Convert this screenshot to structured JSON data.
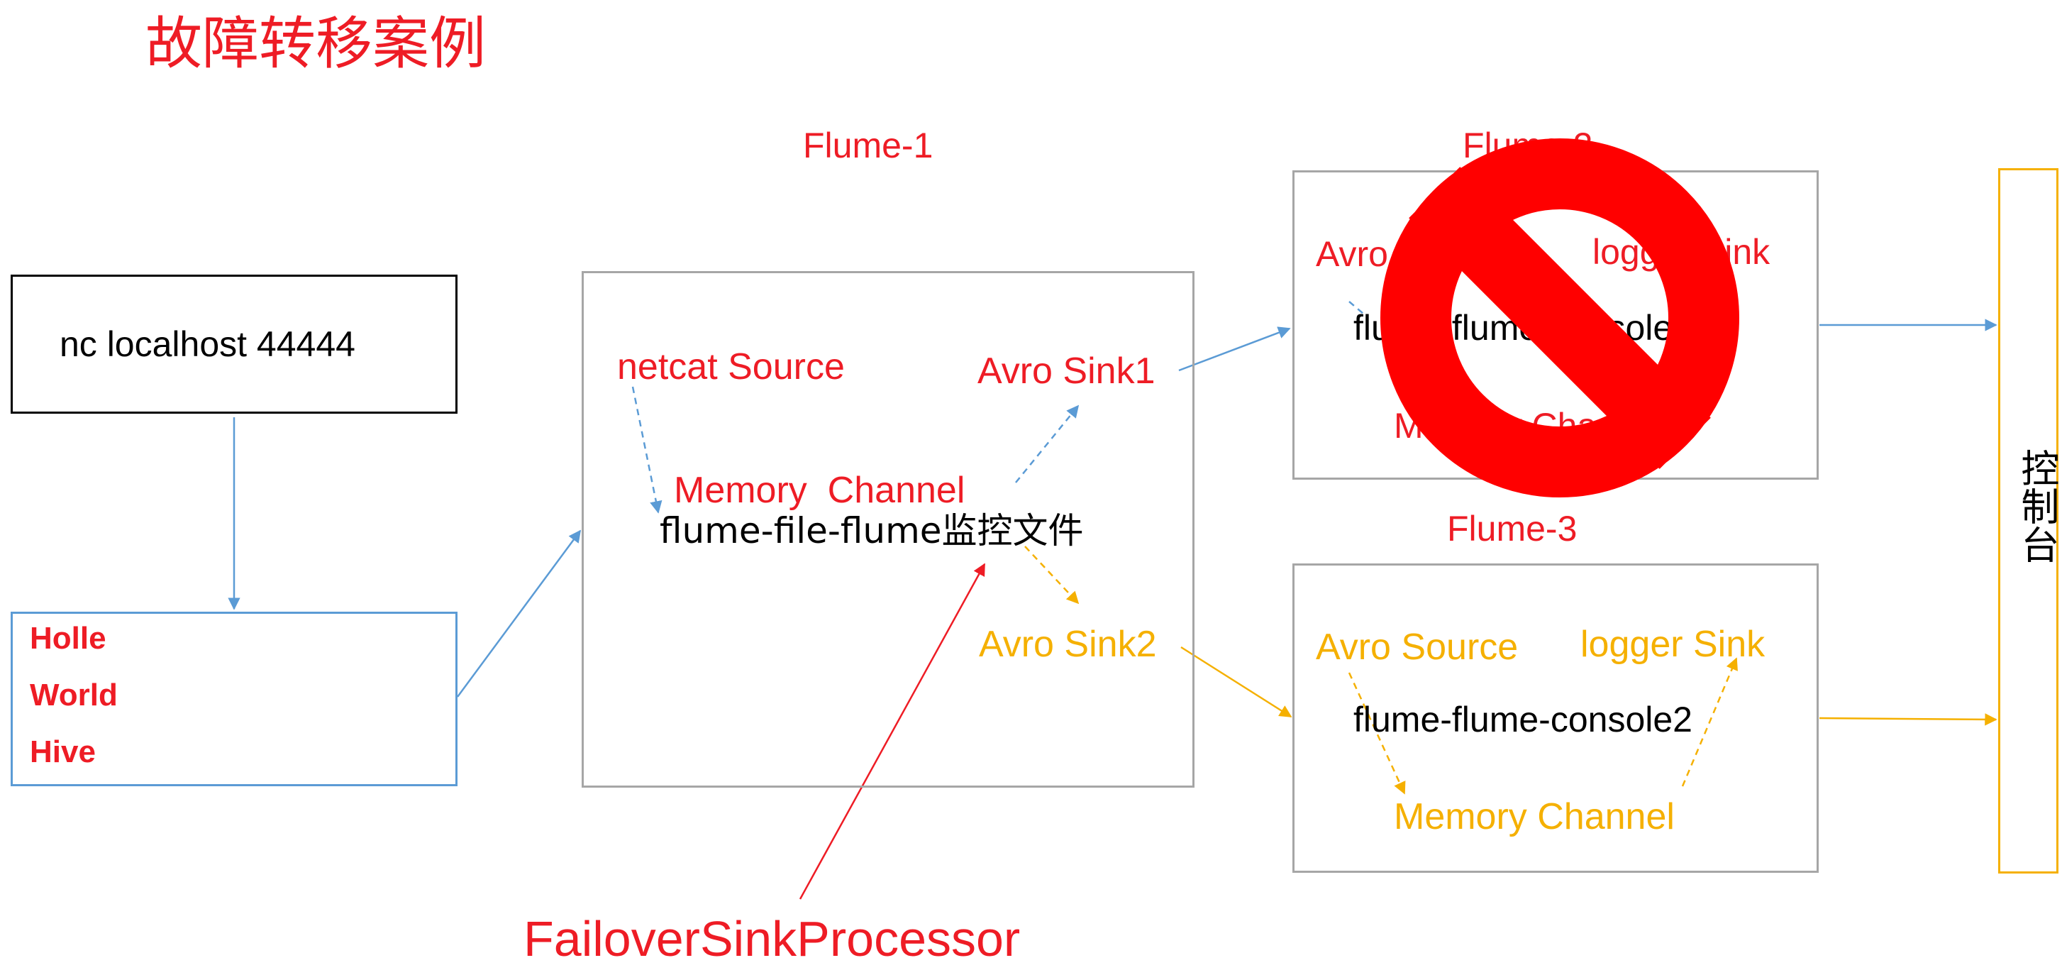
{
  "title": "故障转移案例",
  "colors": {
    "red": "#ee1c25",
    "yellow": "#f5b000",
    "blue": "#5b9bd5",
    "grey": "#a6a6a6",
    "black": "#000000"
  },
  "nc": {
    "label": "nc localhost 44444"
  },
  "input_lines": [
    "Holle",
    "World",
    "Hive"
  ],
  "flume1": {
    "name": "Flume-1",
    "source": "netcat Source",
    "sink1": "Avro Sink1",
    "channel": "Memory  Channel",
    "job": "flume-file-flume监控文件",
    "sink2": "Avro Sink2"
  },
  "flume2": {
    "name": "Flume-2",
    "source": "Avro Source",
    "sink": "logger Sink",
    "job": "flume-flume-console1",
    "channel": "Memory Channel",
    "disabled_icon": "prohibited-icon"
  },
  "flume3": {
    "name": "Flume-3",
    "source": "Avro Source",
    "sink": "logger Sink",
    "job": "flume-flume-console2",
    "channel": "Memory Channel"
  },
  "console": {
    "label": "控制台"
  },
  "processor": {
    "label": "FailoverSinkProcessor"
  }
}
